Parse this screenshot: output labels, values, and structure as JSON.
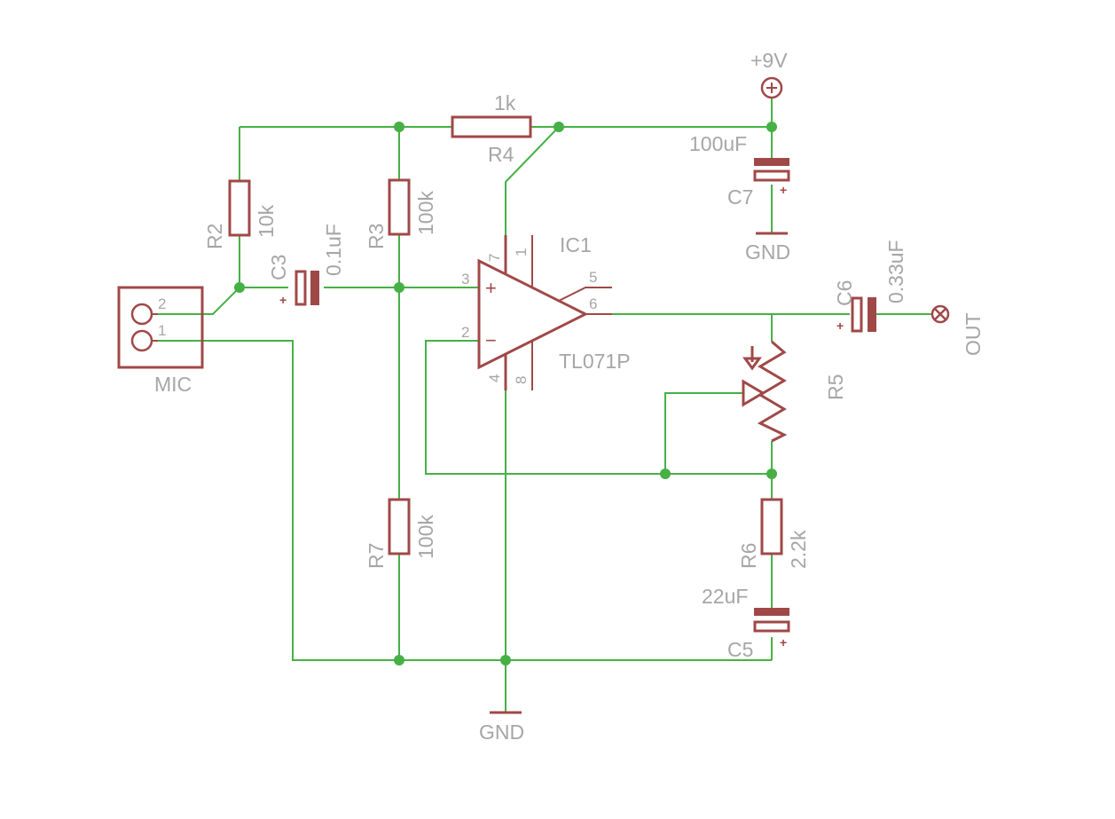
{
  "components": {
    "r2": {
      "ref": "R2",
      "value": "10k"
    },
    "r3": {
      "ref": "R3",
      "value": "100k"
    },
    "r4": {
      "ref": "R4",
      "value": "1k"
    },
    "r5": {
      "ref": "R5"
    },
    "r6": {
      "ref": "R6",
      "value": "2.2k"
    },
    "r7": {
      "ref": "R7",
      "value": "100k"
    },
    "c3": {
      "ref": "C3",
      "value": "0.1uF"
    },
    "c5": {
      "ref": "C5",
      "value": "22uF"
    },
    "c6": {
      "ref": "C6",
      "value": "0.33uF"
    },
    "c7": {
      "ref": "C7",
      "value": "100uF"
    },
    "ic1": {
      "ref": "IC1",
      "value": "TL071P",
      "pins": {
        "p1": "1",
        "p2": "2",
        "p3": "3",
        "p4": "4",
        "p5": "5",
        "p6": "6",
        "p7": "7",
        "p8": "8"
      },
      "plus": "+",
      "minus": "−"
    },
    "mic": {
      "ref": "MIC",
      "pin1": "1",
      "pin2": "2"
    }
  },
  "supplies": {
    "vcc": "+9V",
    "gnd_c7": "GND",
    "gnd_main": "GND"
  },
  "output": {
    "label": "OUT"
  },
  "polarity": "+",
  "colors": {
    "wire": "#46b046",
    "part": "#a04848",
    "label": "#a6a6a6"
  }
}
